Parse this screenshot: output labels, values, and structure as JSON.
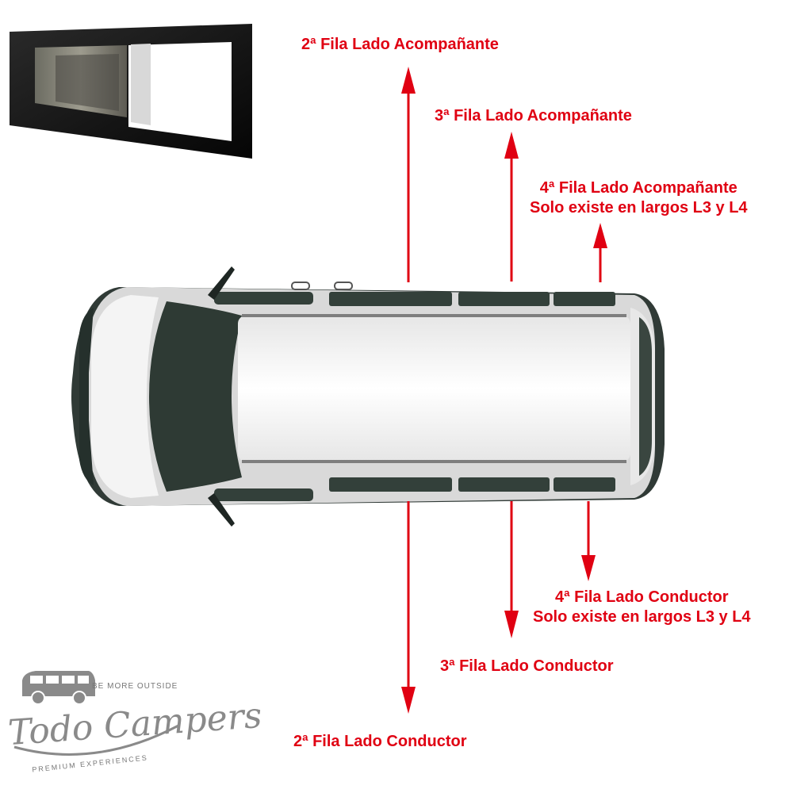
{
  "colors": {
    "arrow": "#e00012",
    "label": "#e00012",
    "van_body": "#f2f2f2",
    "glass": "#2f3a35",
    "logo": "#888888"
  },
  "icons": {
    "window_thumbnail": "sliding-window-icon",
    "van": "van-top-view-icon",
    "logo": "todo-campers-logo-icon"
  },
  "labels": {
    "row2_passenger": "2ª Fila Lado Acompañante",
    "row3_passenger": "3ª Fila Lado Acompañante",
    "row4_passenger_title": "4ª Fila Lado Acompañante",
    "row4_passenger_note": "Solo existe en largos L3 y L4",
    "row4_driver_title": "4ª Fila Lado Conductor",
    "row4_driver_note": "Solo existe en largos L3 y L4",
    "row3_driver": "3ª Fila Lado Conductor",
    "row2_driver": "2ª Fila Lado Conductor"
  },
  "logo": {
    "tagline": "BE MORE OUTSIDE",
    "brand": "Todo Campers",
    "subtitle": "PREMIUM EXPERIENCES"
  }
}
